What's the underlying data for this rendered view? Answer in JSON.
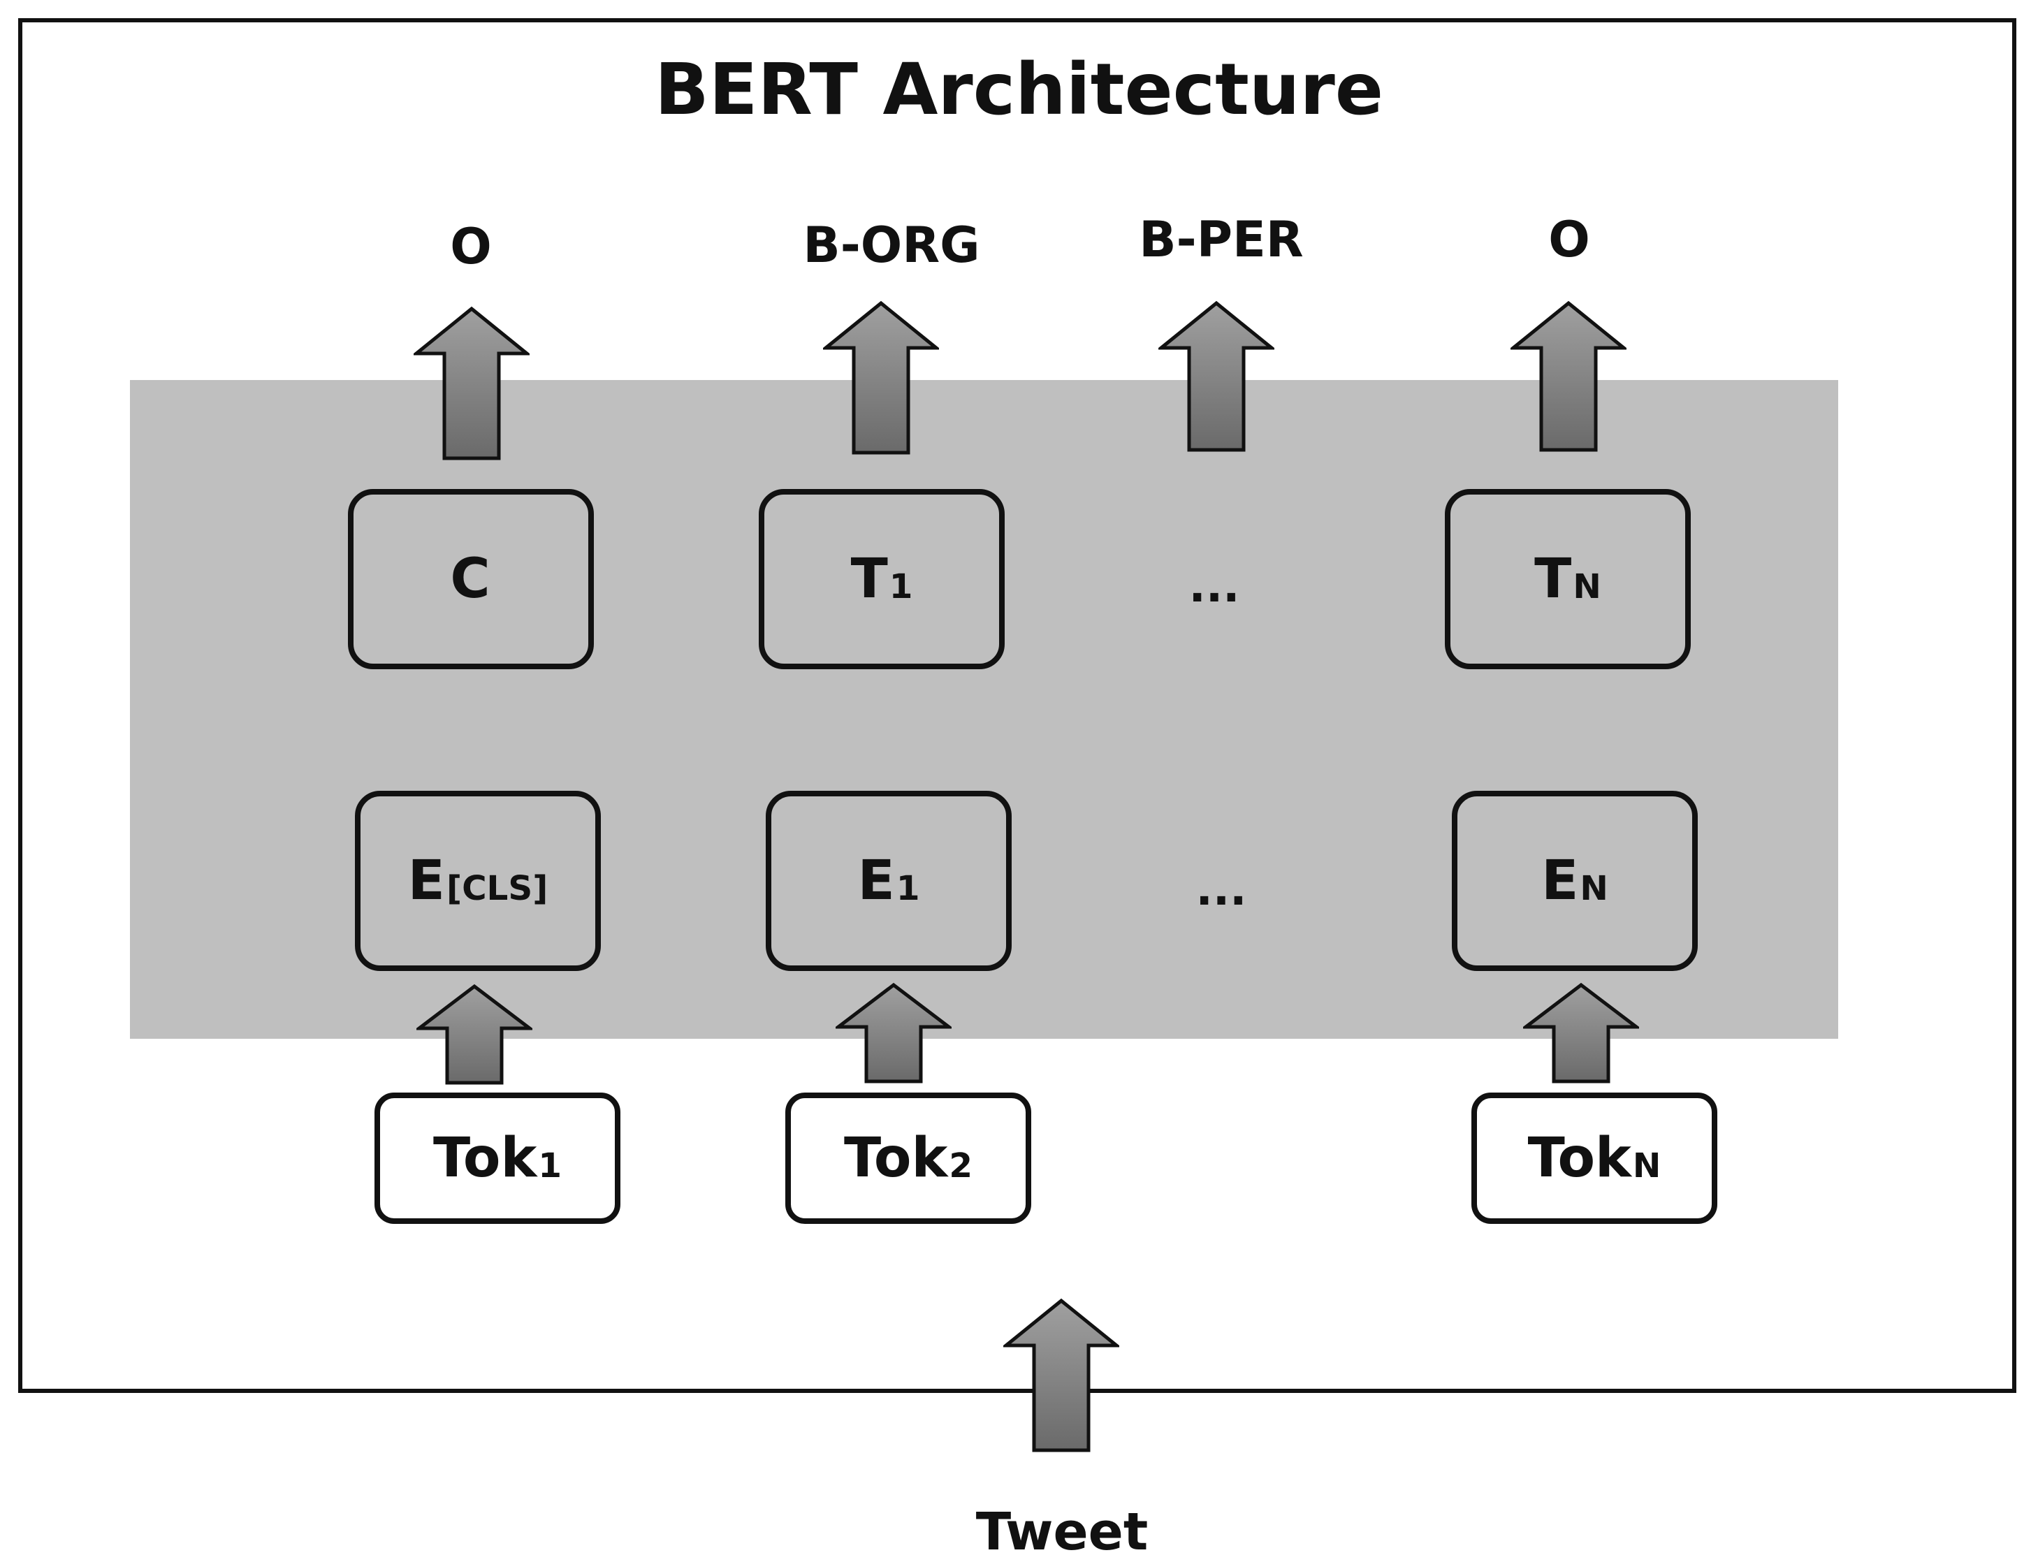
{
  "title": "BERT Architecture",
  "outputs": [
    "O",
    "B-ORG",
    "B-PER",
    "O"
  ],
  "transformer_row": [
    {
      "main": "C",
      "sub": ""
    },
    {
      "main": "T",
      "sub": "1"
    },
    {
      "main": "T",
      "sub": "N"
    }
  ],
  "embedding_row": [
    {
      "main": "E",
      "sub": "[CLS]"
    },
    {
      "main": "E",
      "sub": "1"
    },
    {
      "main": "E",
      "sub": "N"
    }
  ],
  "token_row": [
    {
      "main": "Tok",
      "sub": "1"
    },
    {
      "main": "Tok",
      "sub": "2"
    },
    {
      "main": "Tok",
      "sub": "N"
    }
  ],
  "ellipsis": "...",
  "input_label": "Tweet",
  "colors": {
    "band": "#bfbfbf",
    "arrow_top": "#9a9a9a",
    "arrow_bottom": "#6e6e6e",
    "stroke": "#111111"
  },
  "icons": {
    "arrow": "up-arrow-icon"
  }
}
